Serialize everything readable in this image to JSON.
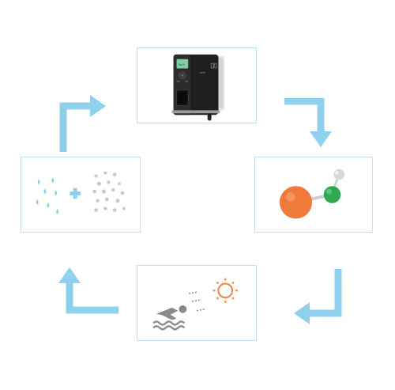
{
  "colors": {
    "panel_border": "#bfe0f0",
    "arrow": "#8fd0ec",
    "water_drop": "#8fd0ec",
    "salt_grain": "#c8c8c8",
    "plus": "#8fd0ec",
    "oxygen_atom": "#f07a3a",
    "chlorine_atom": "#2fa84f",
    "hydrogen_atom": "#d8d8d8",
    "sun": "#f08a4a",
    "swimmer": "#8a8a8a",
    "device_body": "#1e1e1e",
    "device_screen": "#7dd0a8"
  },
  "panels": {
    "top": {
      "icon": "chlorinator-device"
    },
    "right": {
      "icon": "hypochlorous-acid-molecule"
    },
    "bottom": {
      "icon": "swimmer-and-sun"
    },
    "left": {
      "icon": "water-plus-salt"
    }
  },
  "device": {
    "logo": "Z",
    "model": "expert",
    "lcd_line": "31g/h"
  },
  "arrows": [
    {
      "name": "arrow-top-to-right",
      "direction": "right-then-down"
    },
    {
      "name": "arrow-right-to-bottom",
      "direction": "down-then-left"
    },
    {
      "name": "arrow-bottom-to-left",
      "direction": "left-then-up"
    },
    {
      "name": "arrow-left-to-top",
      "direction": "up-then-right"
    }
  ]
}
